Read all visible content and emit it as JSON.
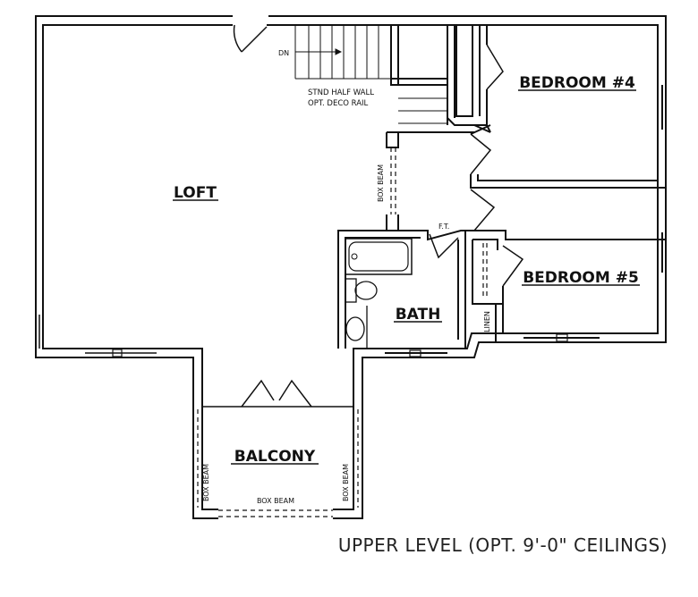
{
  "rooms": {
    "loft": "LOFT",
    "bedroom4": "BEDROOM #4",
    "bedroom5": "BEDROOM #5",
    "bath": "BATH",
    "balcony": "BALCONY"
  },
  "notes": {
    "dn": "DN",
    "half_wall_line1": "STND HALF WALL",
    "half_wall_line2": "OPT. DECO RAIL",
    "box_beam": "BOX BEAM",
    "ft": "F.T.",
    "linen": "LINEN"
  },
  "caption": "UPPER LEVEL (OPT. 9'-0\" CEILINGS)"
}
